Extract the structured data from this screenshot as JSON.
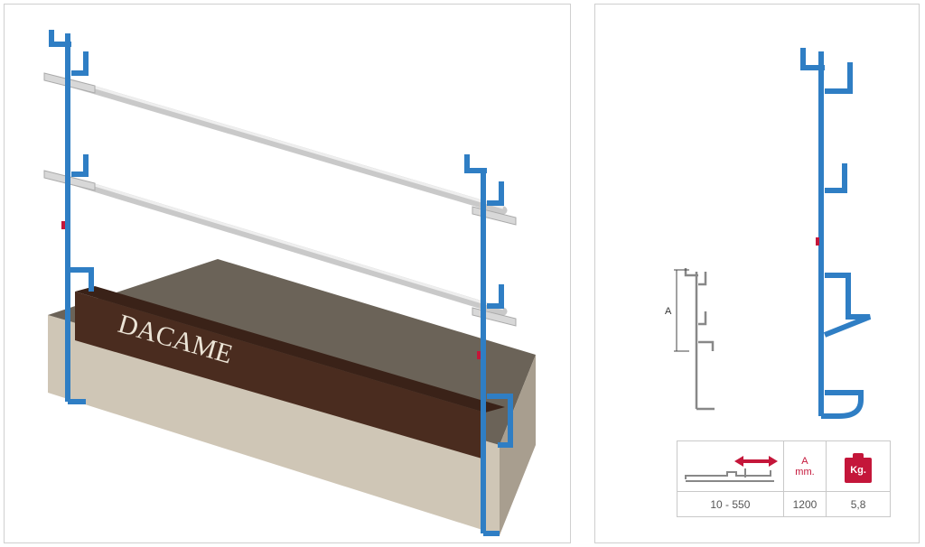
{
  "brand": {
    "name": "DACAME"
  },
  "drawing": {
    "dimension_label": "A"
  },
  "spec_table": {
    "header": {
      "dimension": "A",
      "unit": "mm.",
      "weight_icon": "Kg."
    },
    "values": {
      "range": "10 - 550",
      "height": "1200",
      "weight": "5,8"
    }
  },
  "colors": {
    "frame_blue": "#2f7ec4",
    "rail_grey": "#cfcfcf",
    "beam_brown": "#4a2c1f",
    "accent_red": "#c4163a"
  },
  "icons": {
    "clamp_adjust": "clamp-range-icon",
    "weight": "weight-icon"
  }
}
